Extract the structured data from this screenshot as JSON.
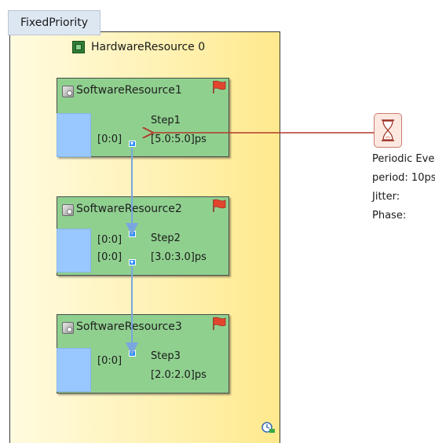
{
  "tab": {
    "label": "FixedPriority"
  },
  "hardware": {
    "title": "HardwareResource 0"
  },
  "software": [
    {
      "title": "SoftwareResource1",
      "step": "Step1",
      "in_range": "[0:0]",
      "out_range": "",
      "time": "[5.0:5.0]ps"
    },
    {
      "title": "SoftwareResource2",
      "step": "Step2",
      "in_range": "[0:0]",
      "out_range": "[0:0]",
      "time": "[3.0:3.0]ps"
    },
    {
      "title": "SoftwareResource3",
      "step": "Step3",
      "in_range": "[0:0]",
      "out_range": "",
      "time": "[2.0:2.0]ps"
    }
  ],
  "event": {
    "name": "Periodic Event",
    "period": "period: 10ps",
    "jitter": "Jitter:",
    "phase": "Phase:"
  },
  "colors": {
    "hardware_fill": "#fff2b5",
    "software_fill": "#8fd08f",
    "step_fill": "#98c8ff",
    "link_blue": "#7aa6e0",
    "event_arrow": "#b23a2a"
  }
}
